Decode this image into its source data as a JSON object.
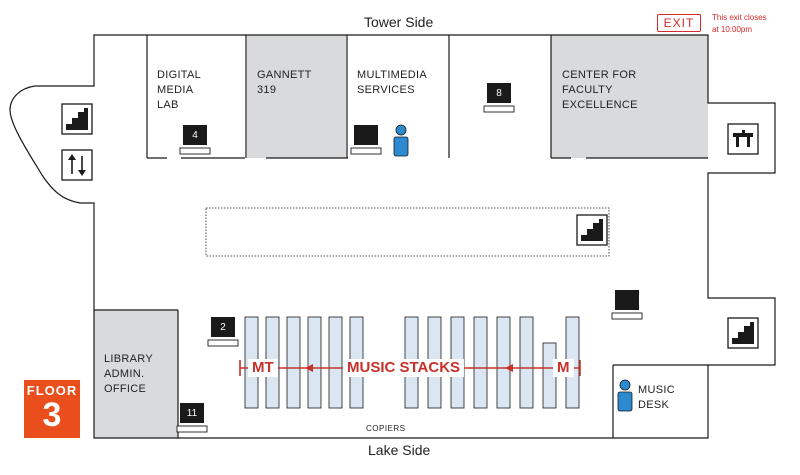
{
  "sides": {
    "top": "Tower Side",
    "bottom": "Lake Side"
  },
  "exit": {
    "sign": "EXIT",
    "note": "This exit closes at 10:00pm",
    "note_line1": "This exit closes",
    "note_line2": "at 10:00pm",
    "color": "#d62a2a"
  },
  "floor": {
    "word": "FLOOR",
    "number": "3",
    "color": "#ea4e1d"
  },
  "rooms": {
    "digital_media_lab": {
      "line1": "DIGITAL",
      "line2": "MEDIA",
      "line3": "LAB"
    },
    "gannett": {
      "line1": "GANNETT",
      "line2": "319"
    },
    "multimedia": {
      "line1": "MULTIMEDIA",
      "line2": "SERVICES"
    },
    "cfe": {
      "line1": "CENTER FOR",
      "line2": "FACULTY",
      "line3": "EXCELLENCE"
    },
    "library_admin": {
      "line1": "LIBRARY",
      "line2": "ADMIN.",
      "line3": "OFFICE"
    },
    "music_desk": {
      "line1": "MUSIC",
      "line2": "DESK"
    }
  },
  "stacks": {
    "title": "MUSIC STACKS",
    "start": "MT",
    "end": "M",
    "color": "#c8302a"
  },
  "copiers": "COPIERS",
  "computers": [
    "4",
    "8",
    "2",
    "11"
  ],
  "icons": [
    "stairs-icon",
    "elevator-icon",
    "restroom-sink-icon",
    "computer-icon",
    "person-icon"
  ],
  "colors": {
    "room_gray": "#d9dadc",
    "stack_blue": "#dbe6f3",
    "wall": "#1a1a1a",
    "person_blue": "#2b8ad0"
  }
}
